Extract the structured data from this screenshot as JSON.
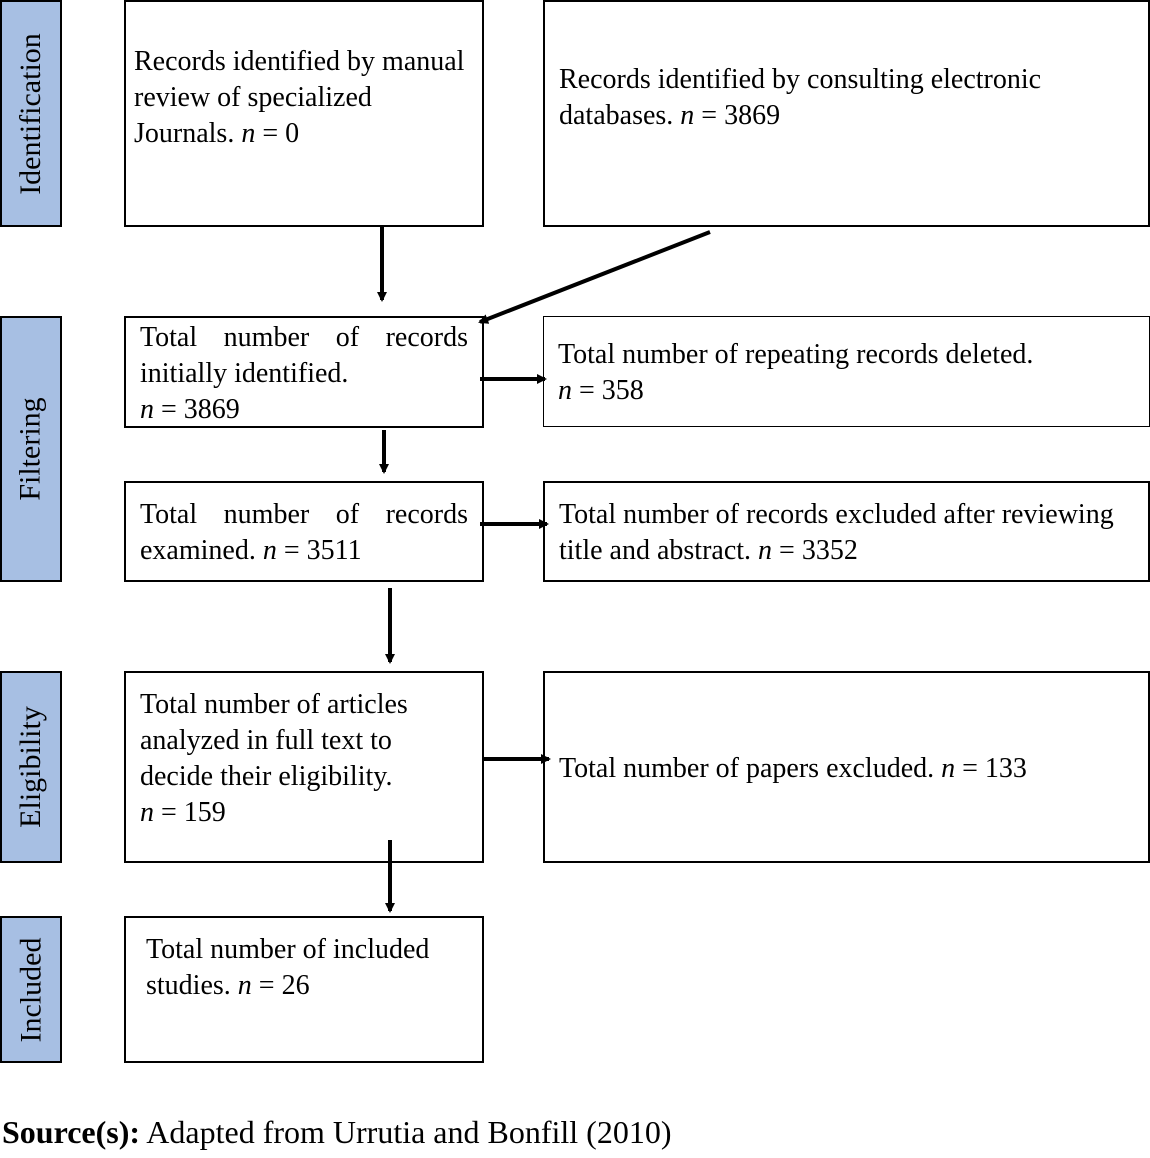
{
  "colors": {
    "phase_fill": "#a7bfe3",
    "border": "#000000",
    "background": "#ffffff"
  },
  "phases": {
    "identification": "Identification",
    "filtering": "Filtering",
    "eligibility": "Eligibility",
    "included": "Included"
  },
  "boxes": {
    "manual_review": {
      "text": "Records identified by manual review of specialized Journals.",
      "n_label": "n",
      "n_value": "= 0"
    },
    "electronic_databases": {
      "text": "Records identified by consulting electronic databases.",
      "n_label": "n",
      "n_value": "= 3869"
    },
    "initially_identified": {
      "line1": "Total number of records",
      "line2": "initially identified.",
      "n_label": "n",
      "n_value": "= 3869"
    },
    "repeating_deleted": {
      "text": "Total number of repeating records deleted.",
      "n_label": "n",
      "n_value": "= 358"
    },
    "examined": {
      "line1": "Total number of records",
      "line2": "examined.",
      "n_label": "n",
      "n_value": "= 3511"
    },
    "excluded_title_abstract": {
      "text": "Total number of records excluded after reviewing title and abstract.",
      "n_label": "n",
      "n_value": "= 3352"
    },
    "full_text": {
      "text": "Total  number of articles analyzed in full text to decide their eligibility.",
      "n_label": "n",
      "n_value": "= 159"
    },
    "papers_excluded": {
      "text": "Total number of papers excluded.",
      "n_label": "n",
      "n_value": "= 133"
    },
    "included_studies": {
      "text": "Total number of included studies.",
      "n_label": "n",
      "n_value": "= 26"
    }
  },
  "source": {
    "label": "Source(s):",
    "text": "Adapted from Urrutia and Bonfill (2010)"
  }
}
